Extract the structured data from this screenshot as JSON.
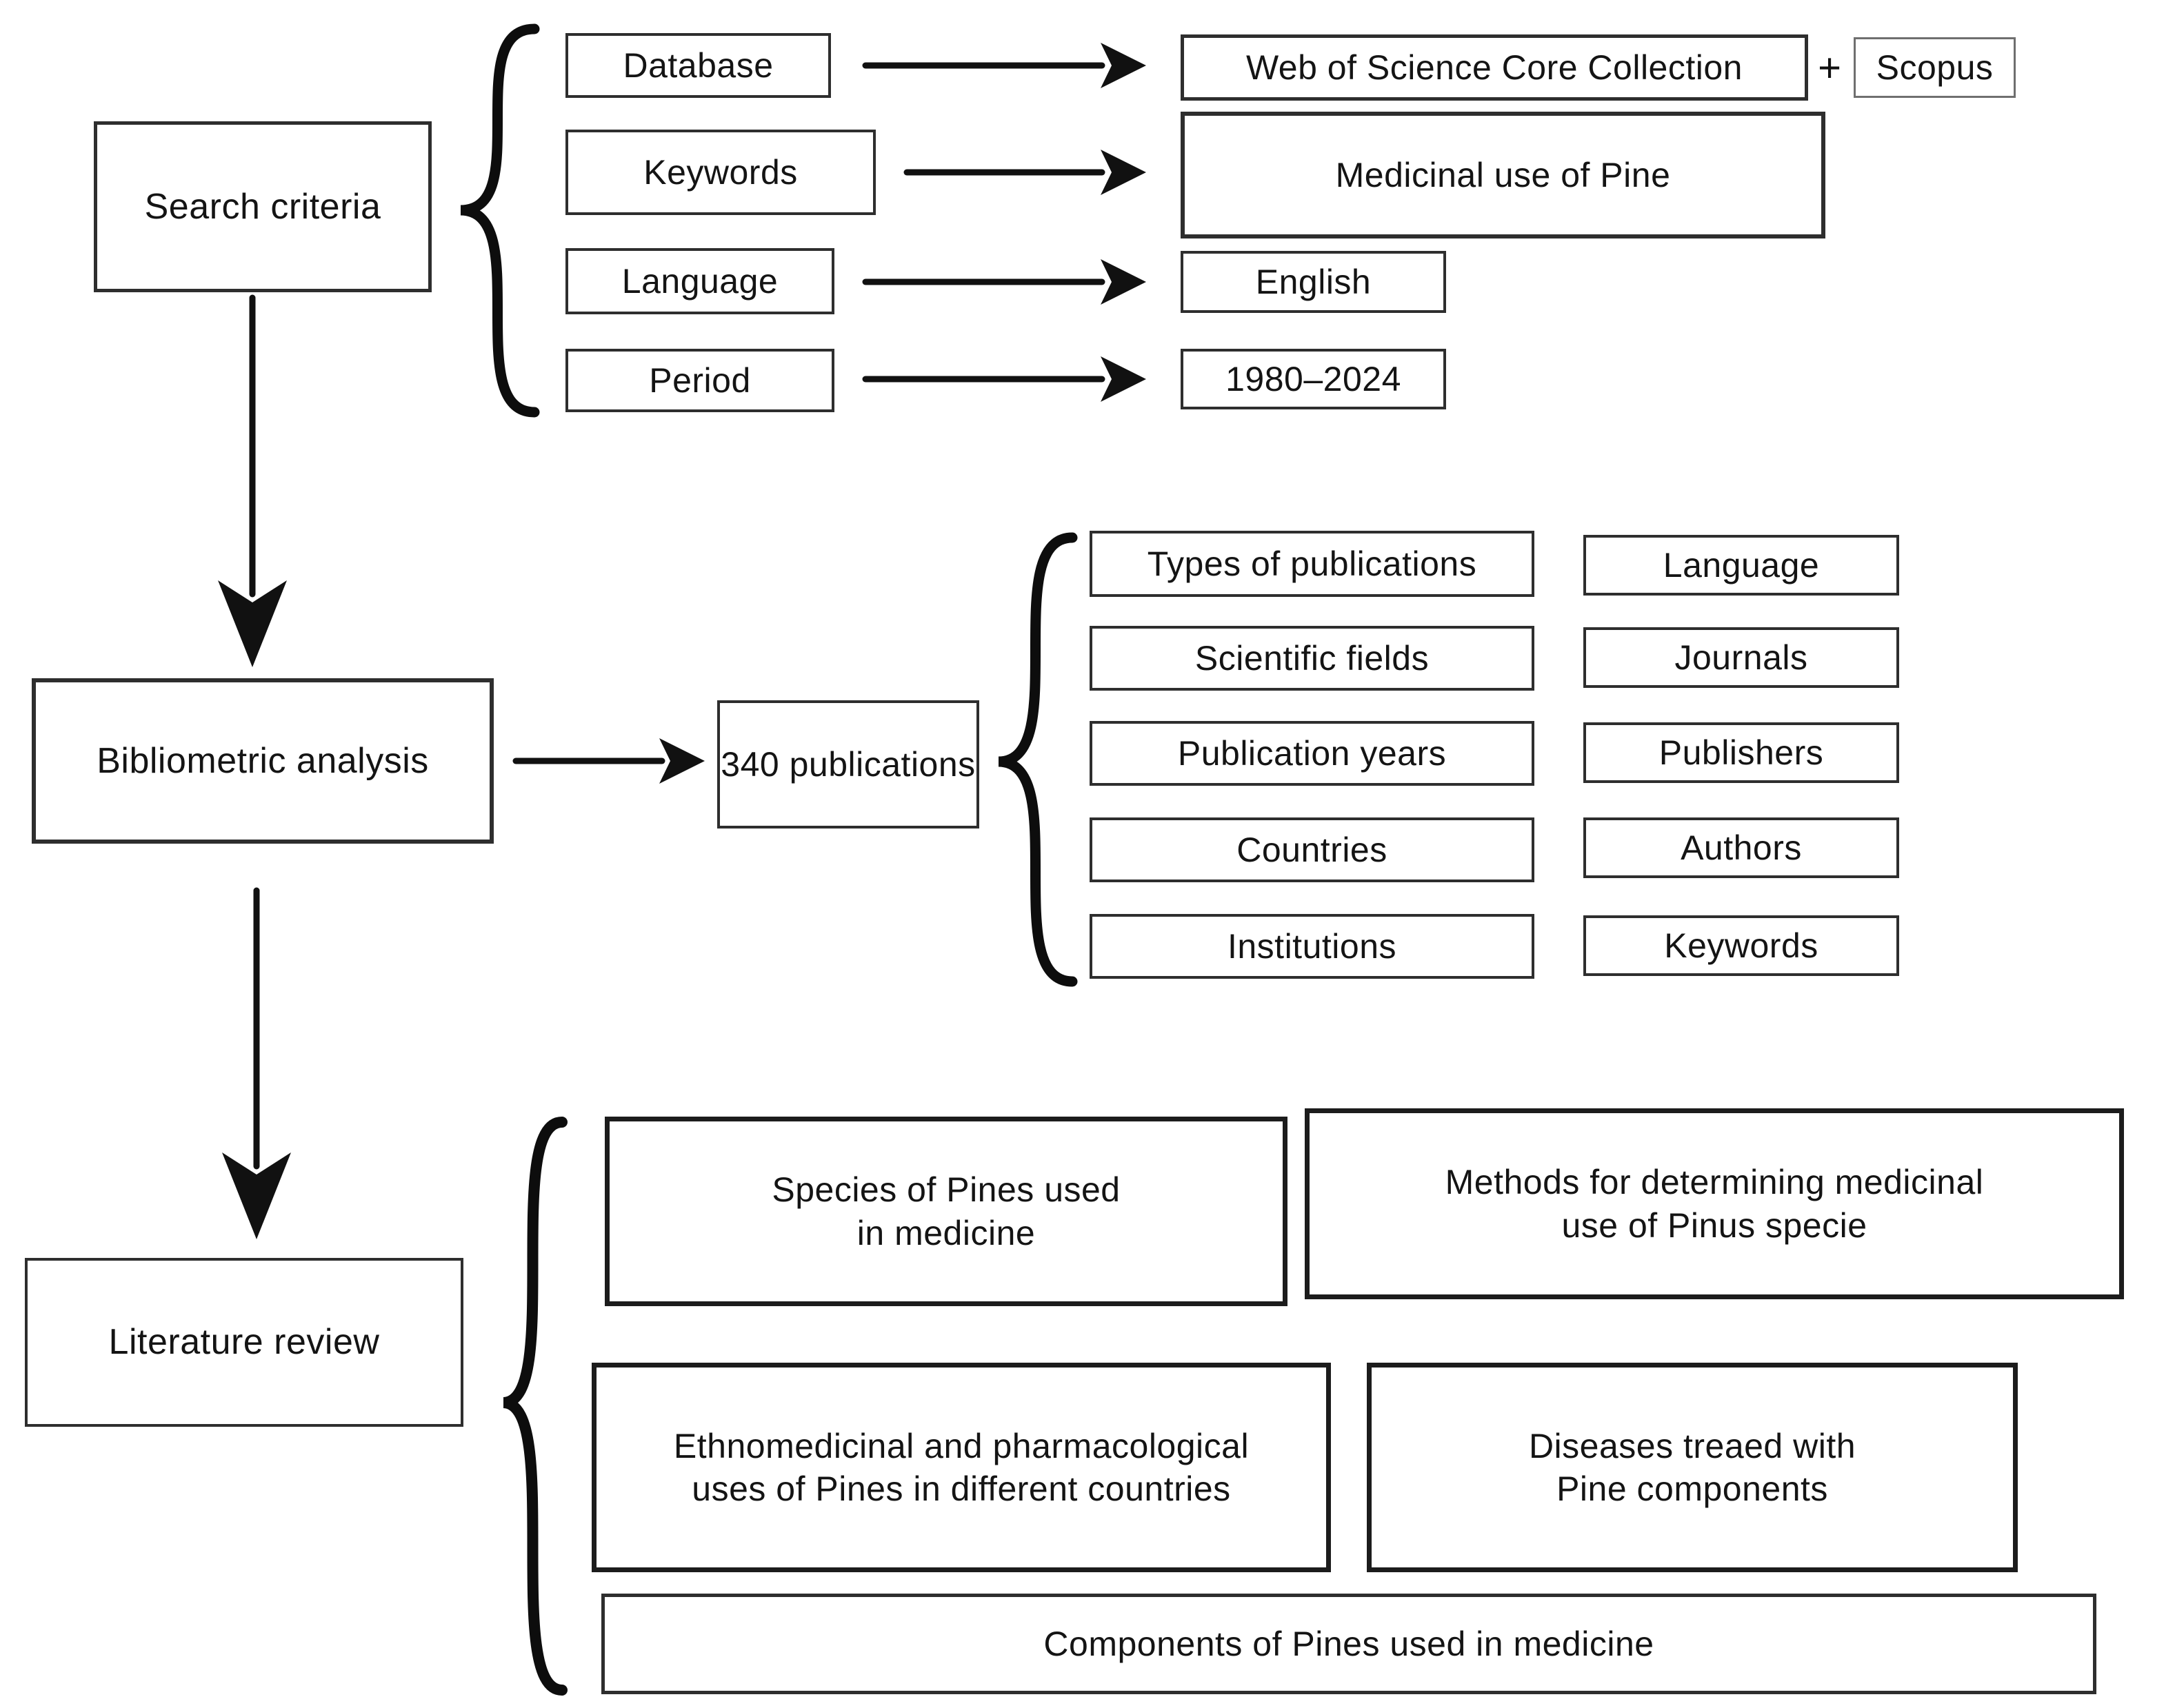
{
  "search": {
    "label": "Search criteria",
    "criteria": [
      {
        "label": "Database"
      },
      {
        "label": "Keywords"
      },
      {
        "label": "Language"
      },
      {
        "label": "Period"
      }
    ],
    "values": {
      "database_primary": "Web of Science Core Collection",
      "database_joiner": "+",
      "database_secondary": "Scopus",
      "keywords": "Medicinal use of Pine",
      "language": "English",
      "period": "1980–2024"
    }
  },
  "bibliometric": {
    "label": "Bibliometric analysis",
    "result_count": "340 publications",
    "aspects_col1": [
      "Types of publications",
      "Scientific fields",
      "Publication years",
      "Countries",
      "Institutions"
    ],
    "aspects_col2": [
      "Language",
      "Journals",
      "Publishers",
      "Authors",
      "Keywords"
    ]
  },
  "literature": {
    "label": "Literature review",
    "topics": [
      "Species of Pines used\nin medicine",
      "Methods for determining medicinal\nuse of Pinus specie",
      "Ethnomedicinal and pharmacological\nuses of Pines in different countries",
      "Diseases treaed with\nPine components",
      "Components of Pines used in medicine"
    ]
  },
  "style": {
    "line_color": "#111111",
    "background": "#ffffff"
  }
}
